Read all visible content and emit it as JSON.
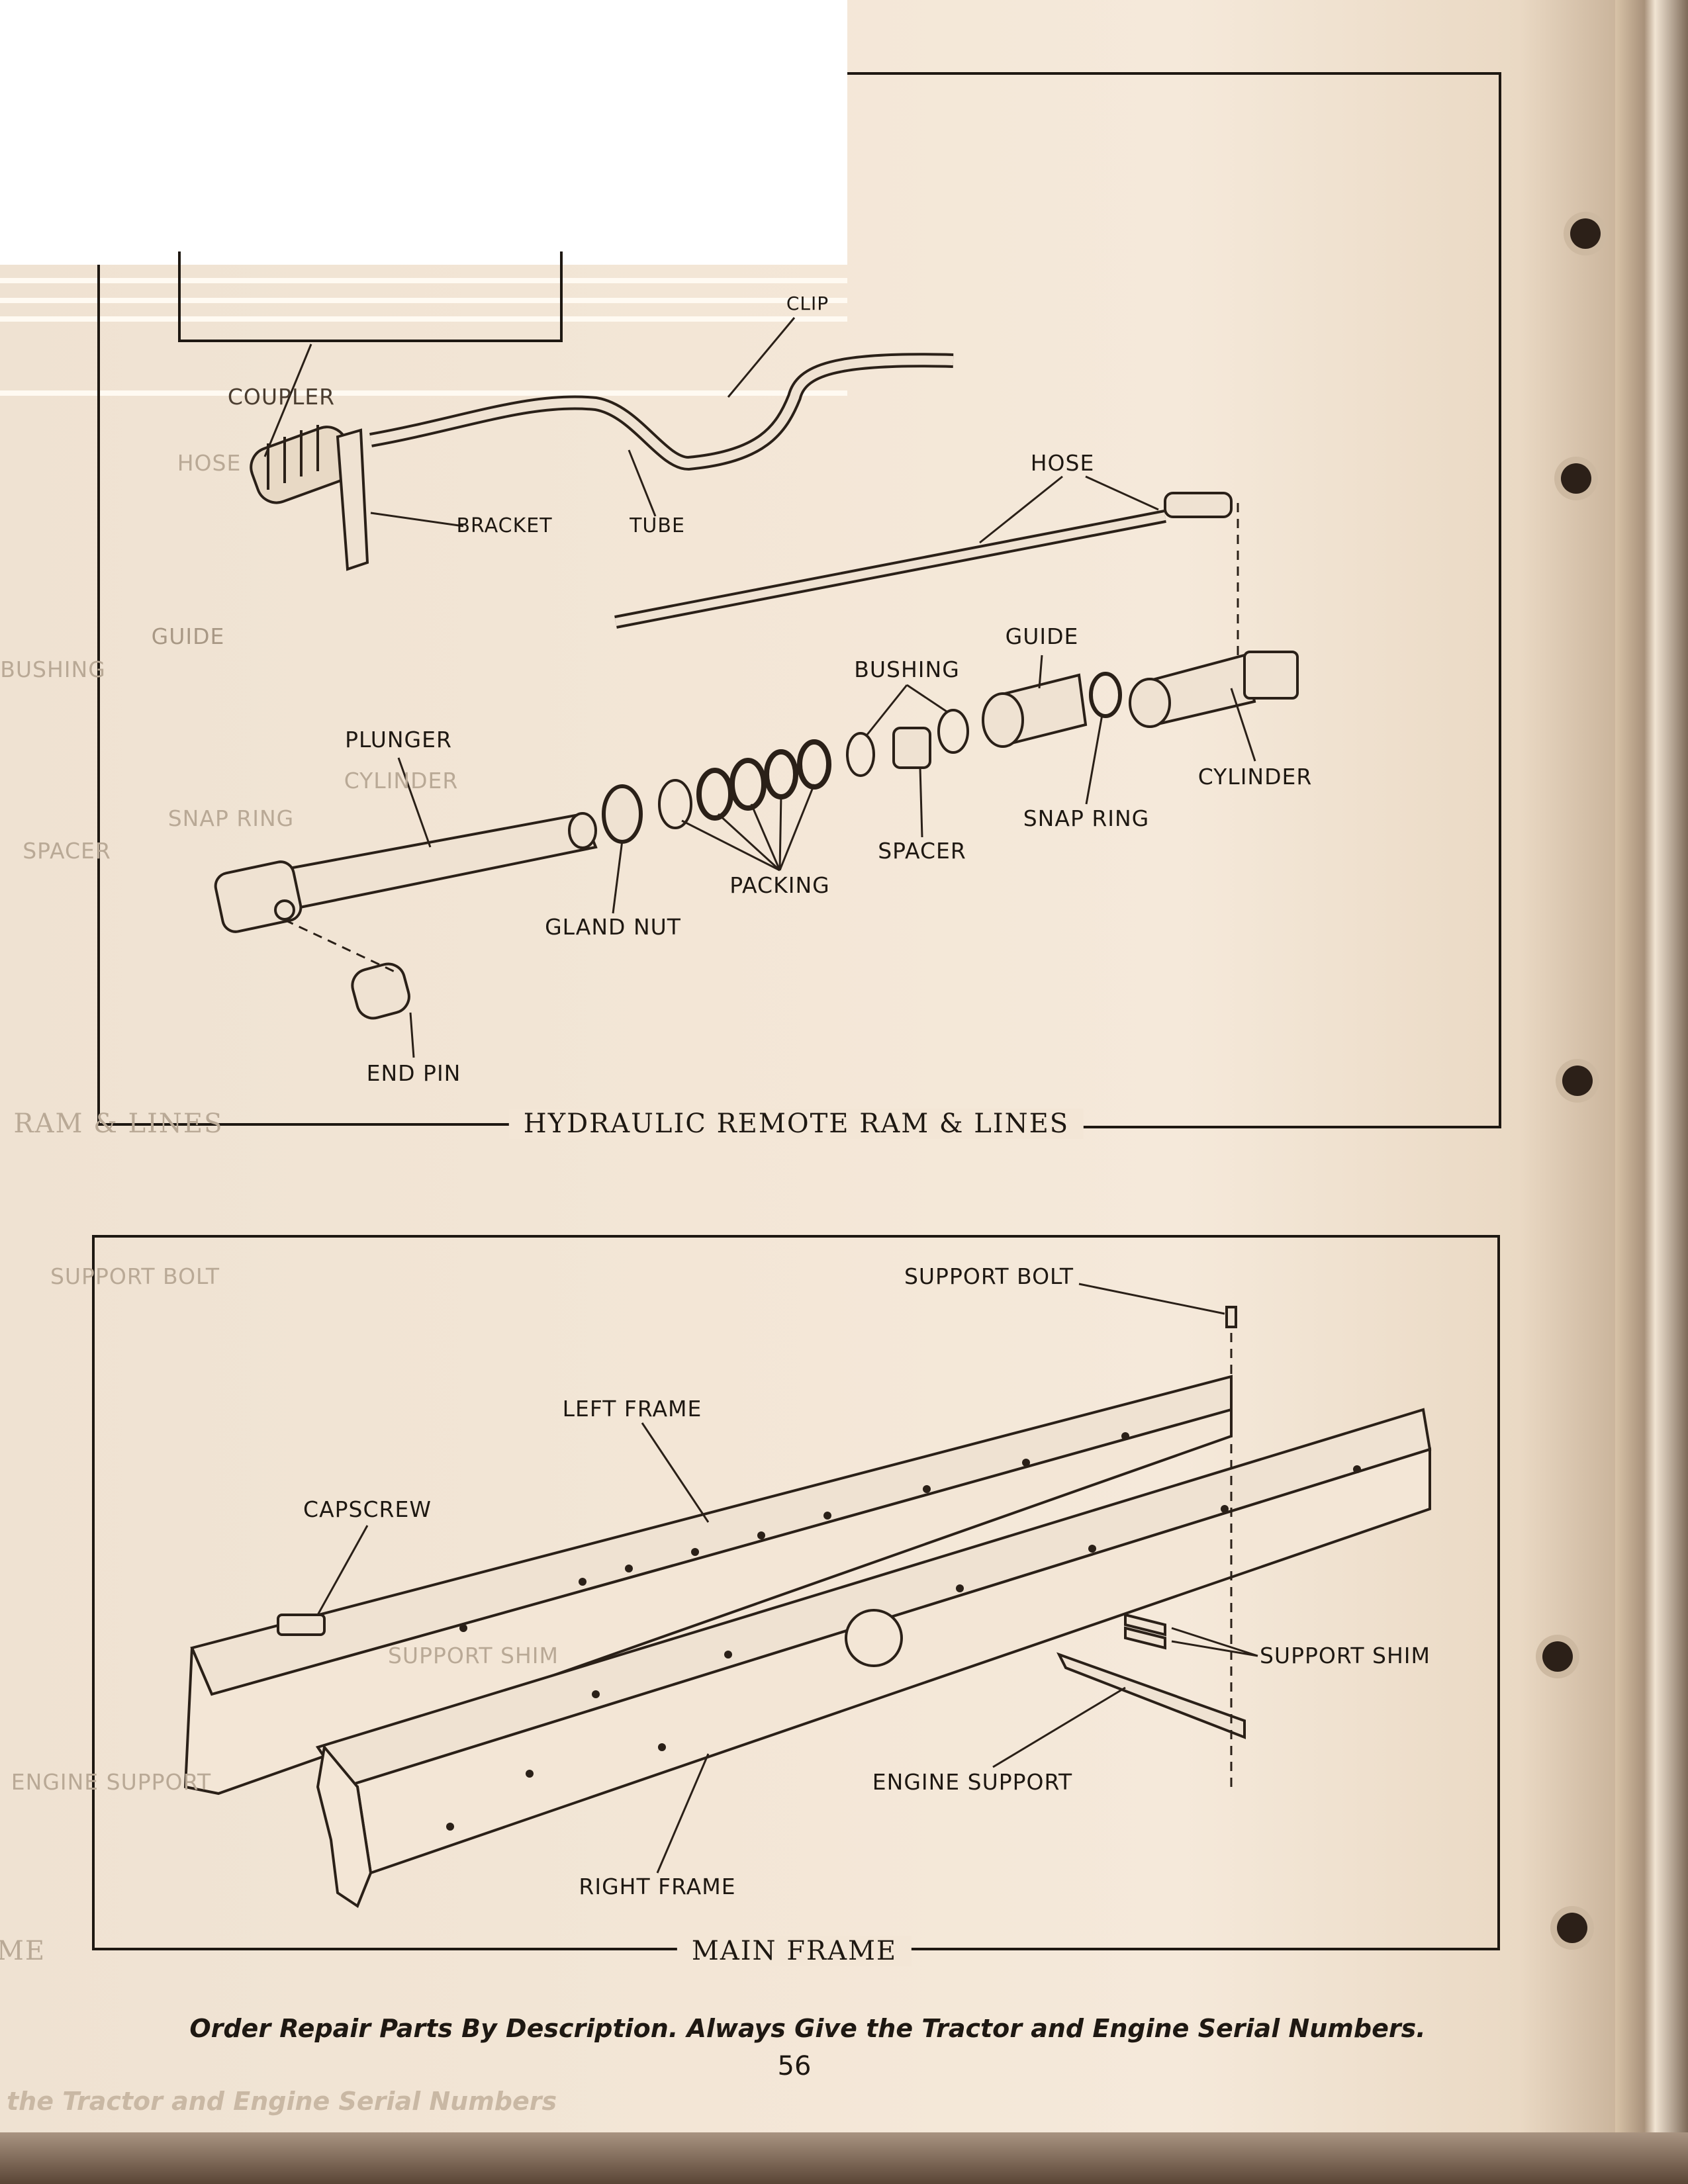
{
  "page": {
    "number": "56",
    "footer_note": "Order Repair Parts By Description. Always Give the Tractor and Engine Serial Numbers.",
    "footer_bleed": "the Tractor and Engine Serial Numbers"
  },
  "hydraulic_ram": {
    "caption": "HYDRAULIC REMOTE RAM & LINES",
    "caption_bleed": "RAM & LINES",
    "labels": {
      "coupler": "COUPLER",
      "hose_bleed": "HOSE",
      "clip": "CLIP",
      "bracket": "BRACKET",
      "tube": "TUBE",
      "hose": "HOSE",
      "guide_bleed": "GUIDE",
      "bushing_bleed": "BUSHING",
      "guide": "GUIDE",
      "bushing": "BUSHING",
      "plunger": "PLUNGER",
      "cylinder_bleed": "CYLINDER",
      "snap_ring_bleed": "SNAP RING",
      "spacer_bleed": "SPACER",
      "cylinder": "CYLINDER",
      "snap_ring": "SNAP RING",
      "spacer": "SPACER",
      "packing": "PACKING",
      "gland_nut": "GLAND NUT",
      "end_pin": "END PIN"
    }
  },
  "main_frame": {
    "caption": "MAIN FRAME",
    "caption_bleed": "ME",
    "labels": {
      "support_bolt_bleed": "SUPPORT BOLT",
      "support_bolt": "SUPPORT BOLT",
      "left_frame": "LEFT FRAME",
      "capscrew": "CAPSCREW",
      "support_shim_bleed": "SUPPORT SHIM",
      "support_shim": "SUPPORT SHIM",
      "engine_support_bleed": "ENGINE SUPPORT",
      "engine_support": "ENGINE SUPPORT",
      "right_frame": "RIGHT FRAME"
    }
  }
}
